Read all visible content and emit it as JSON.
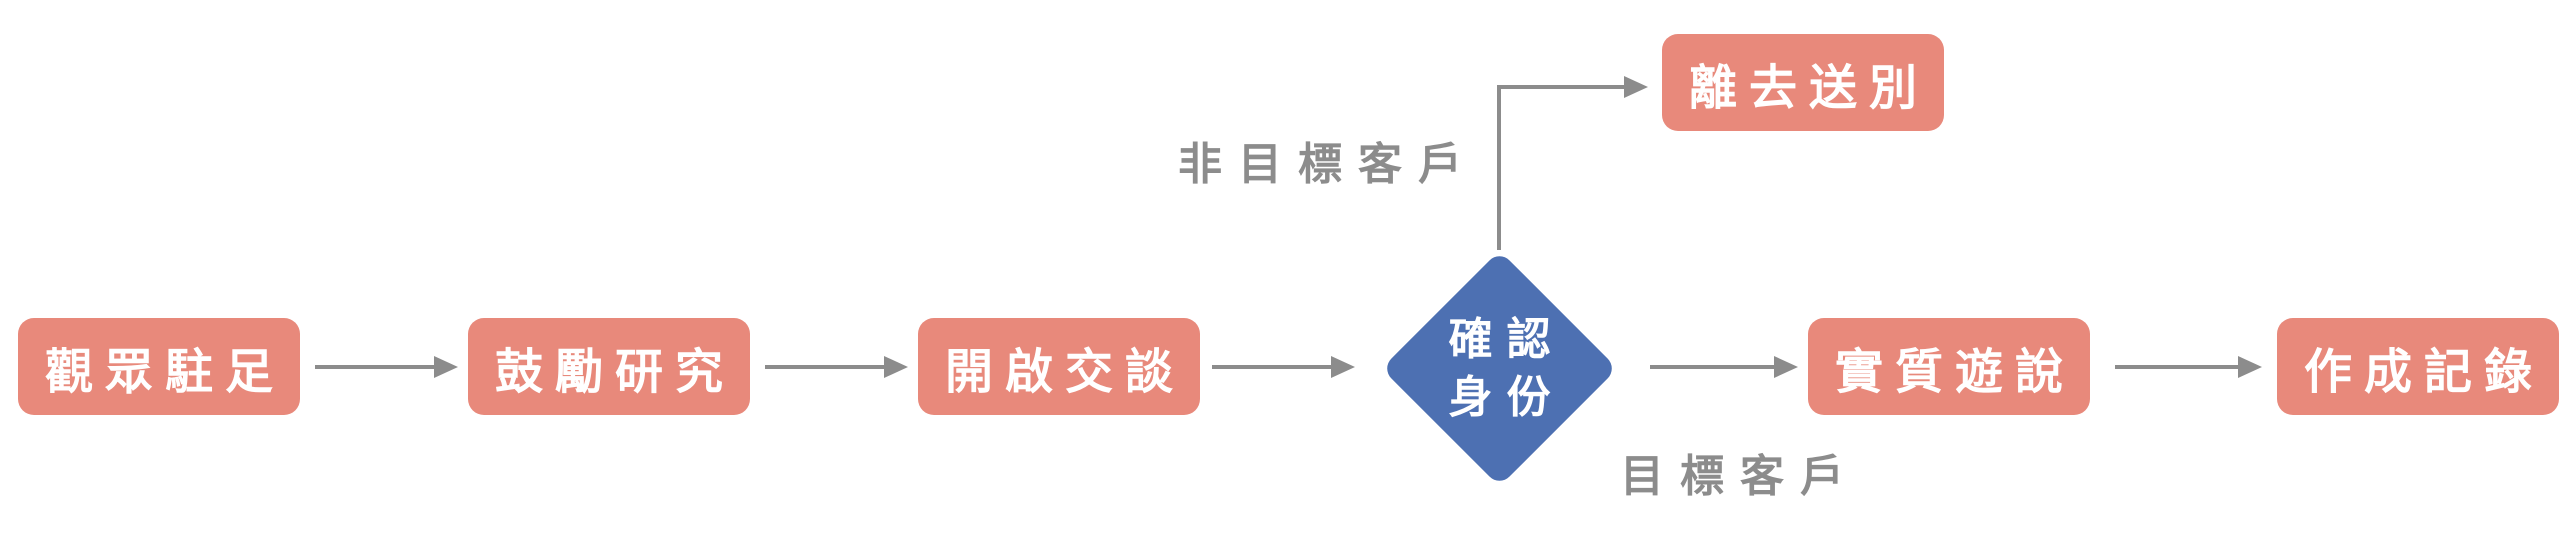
{
  "diagram": {
    "type": "flowchart",
    "direction": "left-to-right",
    "nodes": [
      {
        "id": "audience-stops",
        "label": "觀眾駐足",
        "shape": "rounded-rect"
      },
      {
        "id": "encourage-research",
        "label": "鼓勵研究",
        "shape": "rounded-rect"
      },
      {
        "id": "open-conversation",
        "label": "開啟交談",
        "shape": "rounded-rect"
      },
      {
        "id": "confirm-identity",
        "label": "確認身份",
        "line1": "確認",
        "line2": "身份",
        "shape": "diamond"
      },
      {
        "id": "substantive-lobbying",
        "label": "實質遊說",
        "shape": "rounded-rect"
      },
      {
        "id": "make-record",
        "label": "作成記錄",
        "shape": "rounded-rect"
      },
      {
        "id": "farewell-send-off",
        "label": "離去送別",
        "shape": "rounded-rect"
      }
    ],
    "edges": [
      {
        "from": "audience-stops",
        "to": "encourage-research",
        "label": ""
      },
      {
        "from": "encourage-research",
        "to": "open-conversation",
        "label": ""
      },
      {
        "from": "open-conversation",
        "to": "confirm-identity",
        "label": ""
      },
      {
        "from": "confirm-identity",
        "to": "farewell-send-off",
        "label": "非目標客戶"
      },
      {
        "from": "confirm-identity",
        "to": "substantive-lobbying",
        "label": "目標客戶"
      },
      {
        "from": "substantive-lobbying",
        "to": "make-record",
        "label": ""
      }
    ],
    "edge_labels": {
      "non_target": "非目標客戶",
      "target": "目標客戶"
    },
    "colors": {
      "process_fill": "#E8897B",
      "decision_fill": "#4D70B2",
      "connector": "#8C8C8C",
      "node_text": "#FFFFFF",
      "label_text": "#8C8C8C",
      "background": "#FFFFFF"
    }
  }
}
